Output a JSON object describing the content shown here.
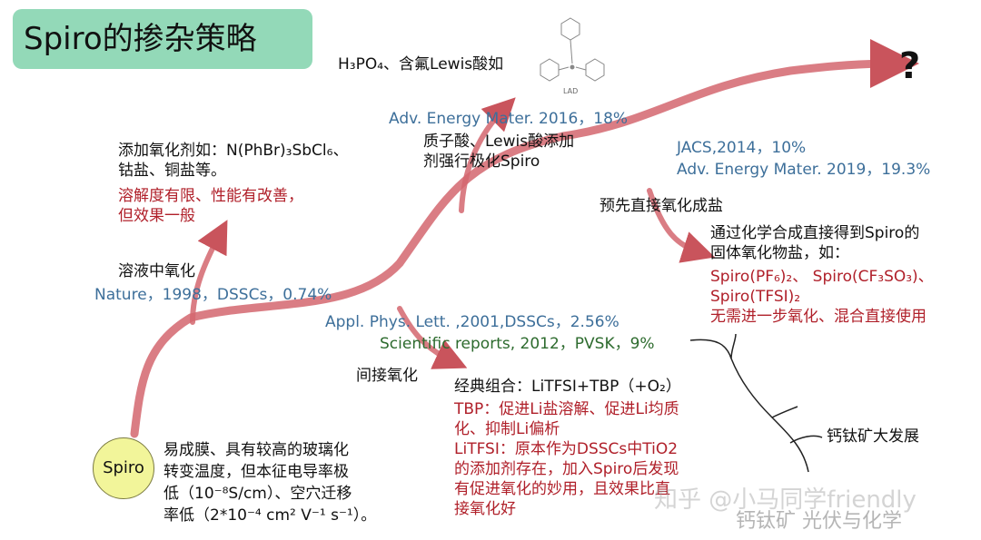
{
  "title": "Spiro的掺杂策略",
  "question_mark": "?",
  "spiro_label": "Spiro",
  "spiro_desc": [
    "易成膜、具有较高的玻璃化",
    "转变温度，但本征电导率极",
    "低（10⁻⁸S/cm）、空穴迁移",
    "率低（2*10⁻⁴ cm² V⁻¹ s⁻¹）。"
  ],
  "branch_solution": {
    "label": "溶液中氧化",
    "ref": "Nature，1998，DSSCs，0.74%",
    "desc_black": [
      "添加氧化剂如：N(PhBr)₃SbCl₆、",
      "钴盐、铜盐等。"
    ],
    "desc_red": [
      "溶解度有限、性能有改善，",
      "但效果一般"
    ]
  },
  "branch_acid": {
    "top": "H₃PO₄、含氟Lewis酸如",
    "molecule_label": "LAD",
    "ref": "Adv. Energy Mater. 2016，18%",
    "desc": [
      "质子酸、Lewis酸添加",
      "剂强行极化Spiro"
    ]
  },
  "branch_salt": {
    "label": "预先直接氧化成盐",
    "ref1": "JACS,2014，10%",
    "ref2": "Adv. Energy Mater. 2019，19.3%",
    "desc_black": [
      "通过化学合成直接得到Spiro的",
      "固体氧化物盐，如："
    ],
    "desc_red": [
      "Spiro(PF₆)₂、 Spiro(CF₃SO₃)、",
      "Spiro(TFSI)₂",
      "无需进一步氧化、混合直接使用"
    ]
  },
  "branch_indirect": {
    "label": "间接氧化",
    "ref1": "Appl. Phys. Lett. ,2001,DSSCs，2.56%",
    "ref2": "Scientific reports, 2012，PVSK，9%",
    "combo": "经典组合：LiTFSI+TBP（+O₂）",
    "desc_red": [
      "TBP：促进Li盐溶解、促进Li均质",
      "化、抑制Li偏析",
      "LiTFSI：原本作为DSSCs中TiO2",
      "的添加剂存在，加入Spiro后发现",
      "有促进氧化的妙用，且效果比直",
      "接氧化好"
    ]
  },
  "perovskite_label": "钙钛矿大发展",
  "watermark1": "知乎 @小马同学friendly",
  "watermark2": "钙钛矿 光伏与化学",
  "colors": {
    "arrow": "#c9545c",
    "title_bg": "#93d9b8",
    "spiro_bg": "#f2f59a"
  }
}
